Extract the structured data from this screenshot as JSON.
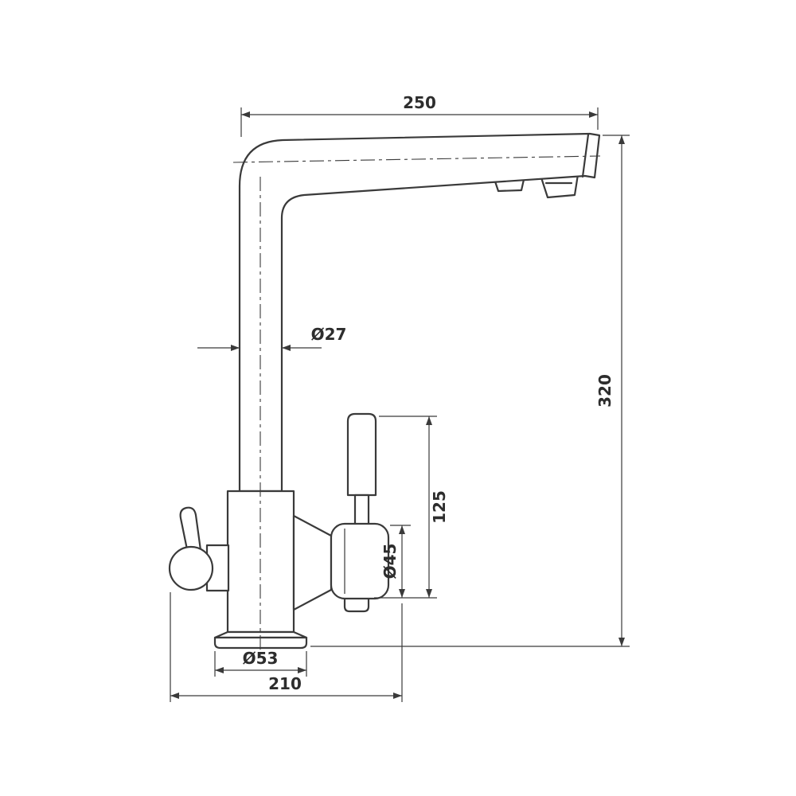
{
  "diagram": {
    "subject": "two-handle kitchen mixer faucet, side elevation technical drawing",
    "colors": {
      "line": "#3a3a3a",
      "text": "#2d2d2d",
      "background": "#ffffff"
    },
    "dimensions": {
      "spout_reach": {
        "label": "250"
      },
      "overall_height": {
        "label": "320"
      },
      "spout_tube_diameter": {
        "label": "Ø27"
      },
      "lever_height": {
        "label": "125"
      },
      "side_valve_diameter": {
        "label": "Ø45"
      },
      "base_diameter": {
        "label": "Ø53"
      },
      "footprint_width": {
        "label": "210"
      }
    }
  }
}
